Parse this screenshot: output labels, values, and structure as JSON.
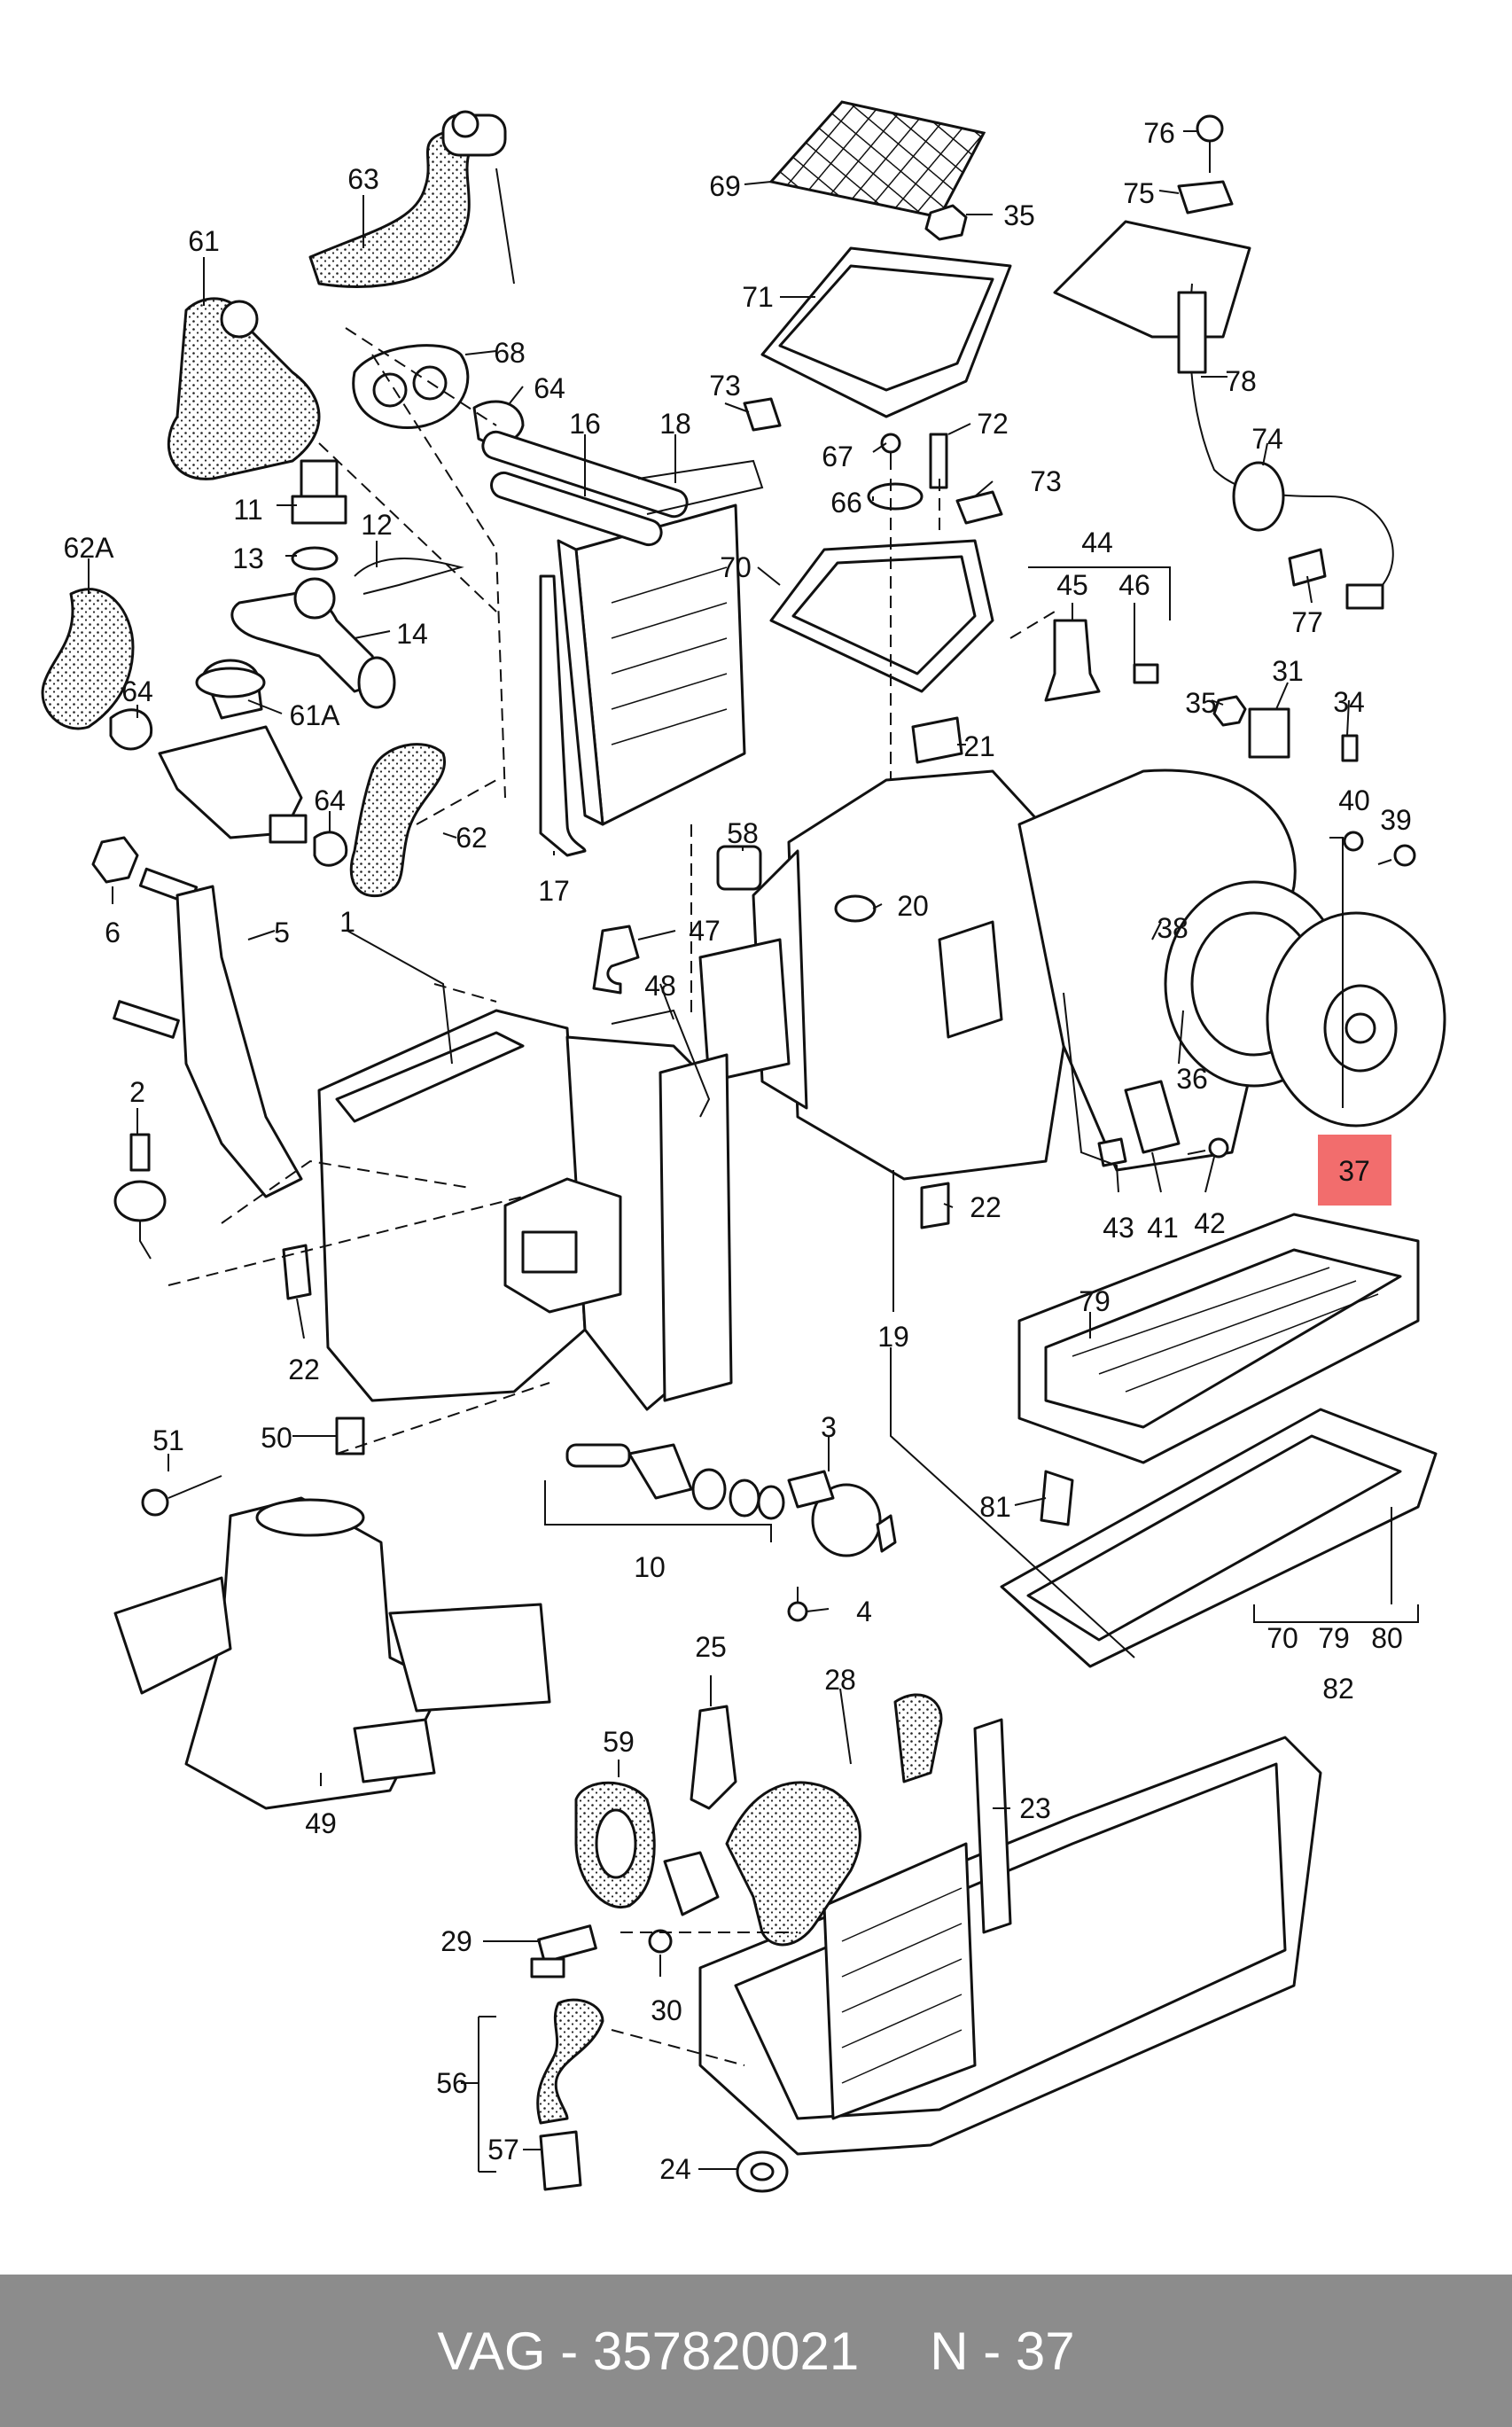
{
  "callouts": [
    {
      "label": "76"
    },
    {
      "label": "75"
    },
    {
      "label": "69"
    },
    {
      "label": "35"
    },
    {
      "label": "63"
    },
    {
      "label": "61"
    },
    {
      "label": "71"
    },
    {
      "label": "78"
    },
    {
      "label": "68"
    },
    {
      "label": "64"
    },
    {
      "label": "16"
    },
    {
      "label": "18"
    },
    {
      "label": "73"
    },
    {
      "label": "72"
    },
    {
      "label": "74"
    },
    {
      "label": "11"
    },
    {
      "label": "67"
    },
    {
      "label": "73"
    },
    {
      "label": "66"
    },
    {
      "label": "12"
    },
    {
      "label": "62A"
    },
    {
      "label": "13"
    },
    {
      "label": "70"
    },
    {
      "label": "44"
    },
    {
      "label": "45"
    },
    {
      "label": "46"
    },
    {
      "label": "77"
    },
    {
      "label": "14"
    },
    {
      "label": "31"
    },
    {
      "label": "64"
    },
    {
      "label": "35"
    },
    {
      "label": "34"
    },
    {
      "label": "61A"
    },
    {
      "label": "21"
    },
    {
      "label": "64"
    },
    {
      "label": "58"
    },
    {
      "label": "40"
    },
    {
      "label": "39"
    },
    {
      "label": "62"
    },
    {
      "label": "17"
    },
    {
      "label": "20"
    },
    {
      "label": "6"
    },
    {
      "label": "5"
    },
    {
      "label": "1"
    },
    {
      "label": "47"
    },
    {
      "label": "38"
    },
    {
      "label": "48"
    },
    {
      "label": "36"
    },
    {
      "label": "2"
    },
    {
      "label": "43"
    },
    {
      "label": "41"
    },
    {
      "label": "42"
    },
    {
      "label": "22"
    },
    {
      "label": "22"
    },
    {
      "label": "79"
    },
    {
      "label": "19"
    },
    {
      "label": "51"
    },
    {
      "label": "50"
    },
    {
      "label": "3"
    },
    {
      "label": "81"
    },
    {
      "label": "10"
    },
    {
      "label": "4"
    },
    {
      "label": "70"
    },
    {
      "label": "79"
    },
    {
      "label": "80"
    },
    {
      "label": "82"
    },
    {
      "label": "49"
    },
    {
      "label": "25"
    },
    {
      "label": "28"
    },
    {
      "label": "59"
    },
    {
      "label": "23"
    },
    {
      "label": "29"
    },
    {
      "label": "30"
    },
    {
      "label": "56"
    },
    {
      "label": "57"
    },
    {
      "label": "24"
    }
  ],
  "highlight": {
    "label": "37",
    "color": "#f26d6d"
  },
  "footer": {
    "part_ref": "VAG - 357820021",
    "page_ref": "N - 37"
  },
  "colors": {
    "footer_bg": "#8c8c8c",
    "line": "#111111"
  }
}
